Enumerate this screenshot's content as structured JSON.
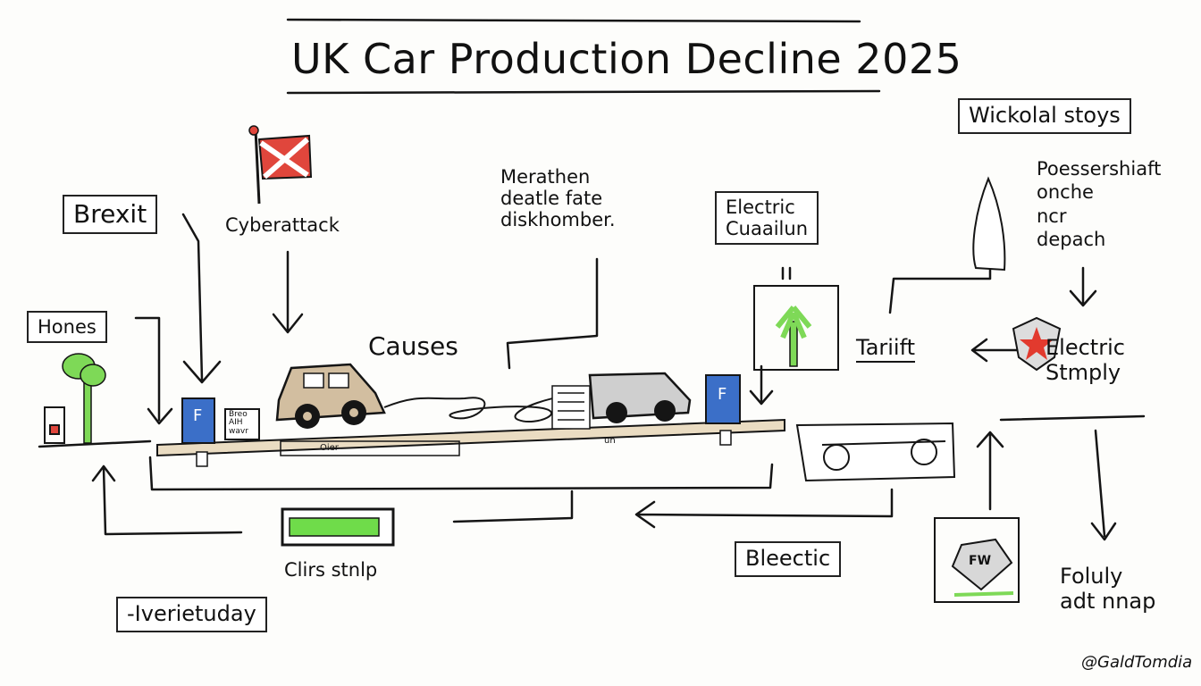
{
  "title": "UK Car Production Decline 2025",
  "labels": {
    "brexit": "Brexit",
    "cyberattack": "Cyberattack",
    "middle_note": "Merathen\ndeatle fate\ndiskhomber.",
    "causes": "Causes",
    "electric_box": "Electric\nCuaailun",
    "speech": "Wickolal stoys",
    "right_note": "Poessershiaft\nonche\nncr\ndepach",
    "hones": "Hones",
    "tariff": "Tariift",
    "electric_supply": "Electric\nStmply",
    "battery_caption": "Clirs stnlp",
    "everyday": "-Iverietuday",
    "blecctic": "Bleectic",
    "foluly": "Foluly\nadt nnap",
    "credit": "@GaldTomdia",
    "bin_left": "F",
    "bin_right": "F",
    "crate_text": "Breo\nAIH\nwavr",
    "beam_left": "Oier",
    "beam_right": "un",
    "fw_sign": "FW"
  },
  "colors": {
    "ink": "#151515",
    "tree_green": "#7ed957",
    "battery_green": "#6fdc4a",
    "bin_blue": "#3b6fc8",
    "car_tan": "#d2bea0",
    "van_grey": "#cfcfcf",
    "flag_red": "#e0463c",
    "beam_wood": "#eadcc2",
    "shield_red": "#e23a2e"
  }
}
